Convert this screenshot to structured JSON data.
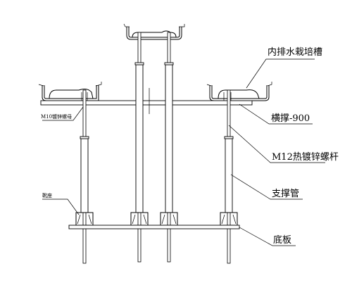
{
  "labels": {
    "trough": "内排水栽培槽",
    "crossbar": "横撑-900",
    "rod": "M12热镀锌螺杆",
    "support_pipe": "支撑管",
    "base_plate": "底板",
    "nut": "M10镀锌螺母",
    "pedestal": "靴座"
  }
}
